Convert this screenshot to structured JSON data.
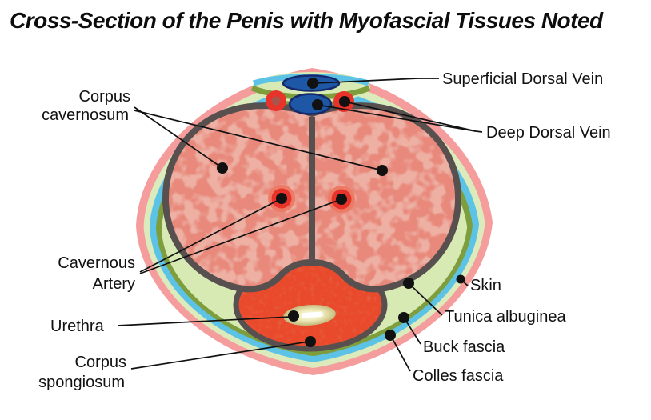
{
  "title": "Cross-Section of the Penis with Myofascial Tissues Noted",
  "labels": {
    "superficial_dorsal_vein": "Superficial Dorsal Vein",
    "deep_dorsal_vein": "Deep Dorsal Vein",
    "corpus_cavernosum_line1": "Corpus",
    "corpus_cavernosum_line2": "cavernosum",
    "cavernous_artery_line1": "Cavernous",
    "cavernous_artery_line2": "Artery",
    "urethra": "Urethra",
    "corpus_spongiosum_line1": "Corpus",
    "corpus_spongiosum_line2": "spongiosum",
    "skin": "Skin",
    "tunica_albuginea": "Tunica albuginea",
    "buck_fascia": "Buck fascia",
    "colles_fascia": "Colles fascia"
  },
  "colors": {
    "skin": "#F59C9D",
    "subcutaneous": "#DCEBBB",
    "colles": "#5CC3E6",
    "buck": "#7E9E3E",
    "areolar": "#D7EAB4",
    "tunica": "#57504F",
    "cavernosum": "#E8897B",
    "spongiosum": "#EA4A2C",
    "artery": "#E8332A",
    "artery_halo": "#ED7A64",
    "artery_lumen": "#A9554B",
    "vein": "#1D57A6",
    "vein_outline": "#15296B",
    "urethra_rim": "#C8C184",
    "leader": "#111111",
    "text": "#111111"
  }
}
